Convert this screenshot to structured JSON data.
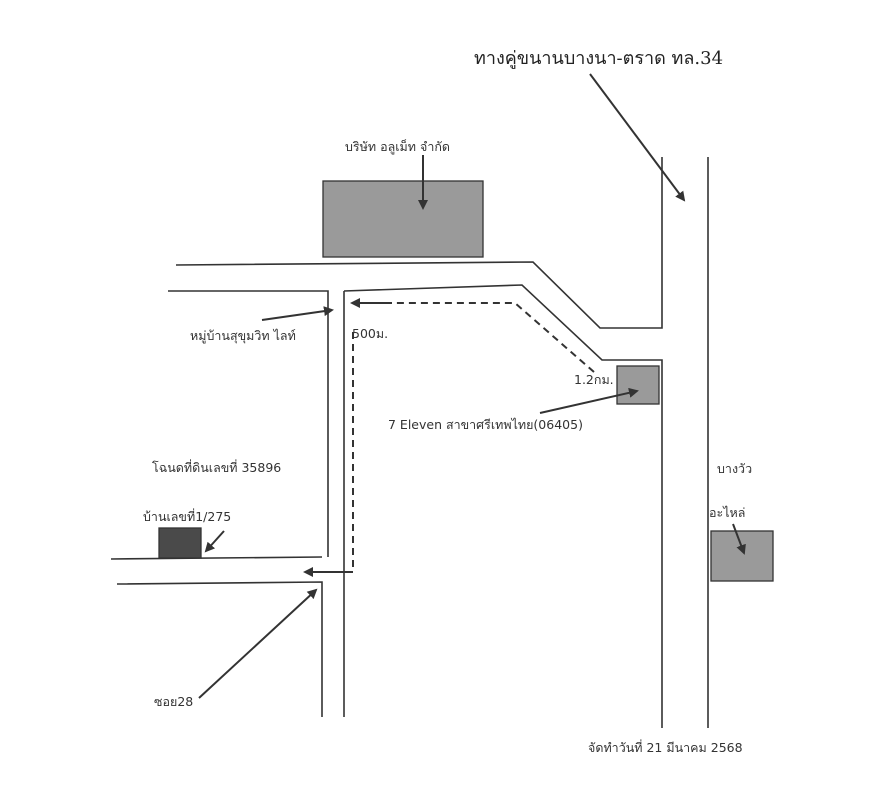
{
  "labels": {
    "highway": "ทางคู่ขนานบางนา-ตราด ทล.34",
    "company": "บริษัท อลูเม็ท จำกัด",
    "village": "หมู่บ้านสุขุมวิท ไลท์",
    "dist_500": "500ม.",
    "dist_1200": "1.2กม.",
    "seven_eleven": "7 Eleven สาขาศรีเทพไทย(06405)",
    "deed": "โฉนดที่ดินเลขที่ 35896",
    "house": "บ้านเลขที่1/275",
    "bang_wua": "บางวัว",
    "parts": "อะไหล่",
    "soi": "ซอย28",
    "date": "จัดทำวันที่ 21 มีนาคม 2568"
  },
  "colors": {
    "building_fill": "#9a9a9a",
    "house_fill": "#4a4a4a",
    "line": "#333333"
  }
}
